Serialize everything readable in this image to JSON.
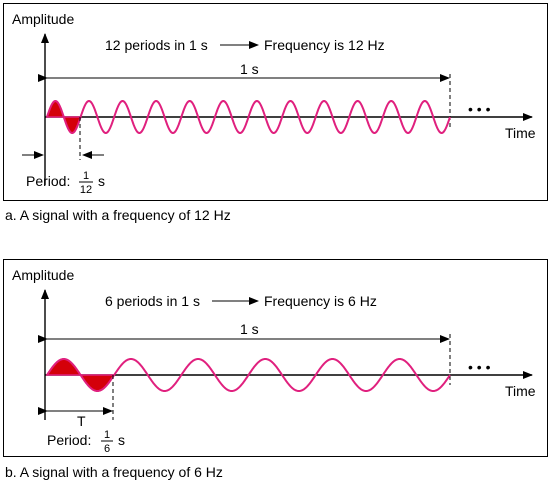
{
  "colors": {
    "wave": "#e0207e",
    "highlight": "#d4000a"
  },
  "panel_a": {
    "y_axis_label": "Amplitude",
    "x_axis_label": "Time",
    "relation_left": "12 periods in 1 s",
    "relation_right": "Frequency is 12 Hz",
    "span_label": "1 s",
    "ellipsis": "• • •",
    "period_label": "Period:",
    "period_num": "1",
    "period_den": "12",
    "period_unit": "s",
    "cycles": 12,
    "caption": "a. A signal with a frequency of 12 Hz"
  },
  "panel_b": {
    "y_axis_label": "Amplitude",
    "x_axis_label": "Time",
    "relation_left": "6 periods in 1 s",
    "relation_right": "Frequency is 6 Hz",
    "span_label": "1 s",
    "ellipsis": "• • •",
    "period_symbol": "T",
    "period_label": "Period:",
    "period_num": "1",
    "period_den": "6",
    "period_unit": "s",
    "cycles": 6,
    "caption": "b. A signal with a frequency of 6 Hz"
  }
}
